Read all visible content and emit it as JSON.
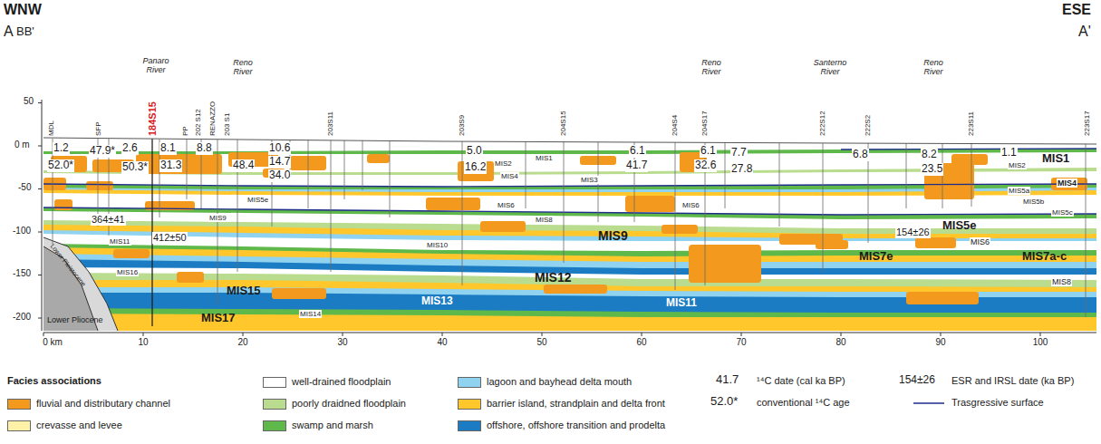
{
  "diagram": {
    "labels": [
      "WNW",
      "ESE",
      "A",
      "BB'",
      "A'",
      "50",
      "0 m",
      "-50",
      "-100",
      "-150",
      "-200",
      "0 km",
      "10",
      "20",
      "30",
      "40",
      "50",
      "60",
      "70",
      "80",
      "90",
      "100",
      "Panaro River",
      "Reno River",
      "Reno River",
      "Santerno River",
      "Reno River",
      "MDL",
      "SFP",
      "184S15",
      "PP",
      "202 S12",
      "RENAZZO",
      "203 S1",
      "203S11",
      "203S9",
      "204S15",
      "204S4",
      "204S17",
      "222S12",
      "222S2",
      "223S11",
      "223S17",
      "1.2",
      "52.0*",
      "47.9*",
      "2.6",
      "50.3*",
      "8.1",
      "31.3",
      "8.8",
      "48.4",
      "10.6",
      "14.7",
      "34.0",
      "5.0",
      "16.2",
      "6.1",
      "41.7",
      "6.1",
      "32.6",
      "7.7",
      "27.8",
      "6.8",
      "8.2",
      "23.5",
      "1.1",
      "364±41",
      "412±50",
      "154±26",
      "MIS1",
      "MIS2",
      "MIS3",
      "MIS4",
      "MIS5e",
      "MIS6",
      "MIS8",
      "MIS9",
      "MIS10",
      "MIS11",
      "MIS16",
      "MIS14",
      "MIS6",
      "MIS2",
      "MIS5a",
      "MIS5b",
      "MIS5c",
      "MIS1",
      "MIS4",
      "MIS5e",
      "MIS6",
      "MIS7e",
      "MIS7a-c",
      "MIS8",
      "MIS9",
      "MIS12",
      "MIS13",
      "MIS11",
      "MIS15",
      "MIS17",
      "Lower Pliocene",
      "Lower Pleistocene",
      "Facies associations",
      "41.7",
      "52.0*",
      "154±26"
    ],
    "legend": [
      {
        "text": "fluvial and distributary channel",
        "color": "#f39a1e"
      },
      {
        "text": "crevasse and levee",
        "color": "#fff2a8"
      },
      {
        "text": "well-drained floodplain",
        "color": "#ffffff"
      },
      {
        "text": "poorly draidned floodplain",
        "color": "#b9dc8e"
      },
      {
        "text": "swamp and marsh",
        "color": "#5fb84a"
      },
      {
        "text": "lagoon and bayhead delta mouth",
        "color": "#8fd3f0"
      },
      {
        "text": "barrier island, strandplain and delta front",
        "color": "#ffc72c"
      },
      {
        "text": "offshore, offshore transition and prodelta",
        "color": "#1b7cc4"
      },
      {
        "text": "¹⁴C date (cal ka BP)"
      },
      {
        "text": "conventional ¹⁴C age"
      },
      {
        "text": "ESR and IRSL date (ka BP)"
      },
      {
        "text": "Trasgressive surface"
      }
    ]
  }
}
